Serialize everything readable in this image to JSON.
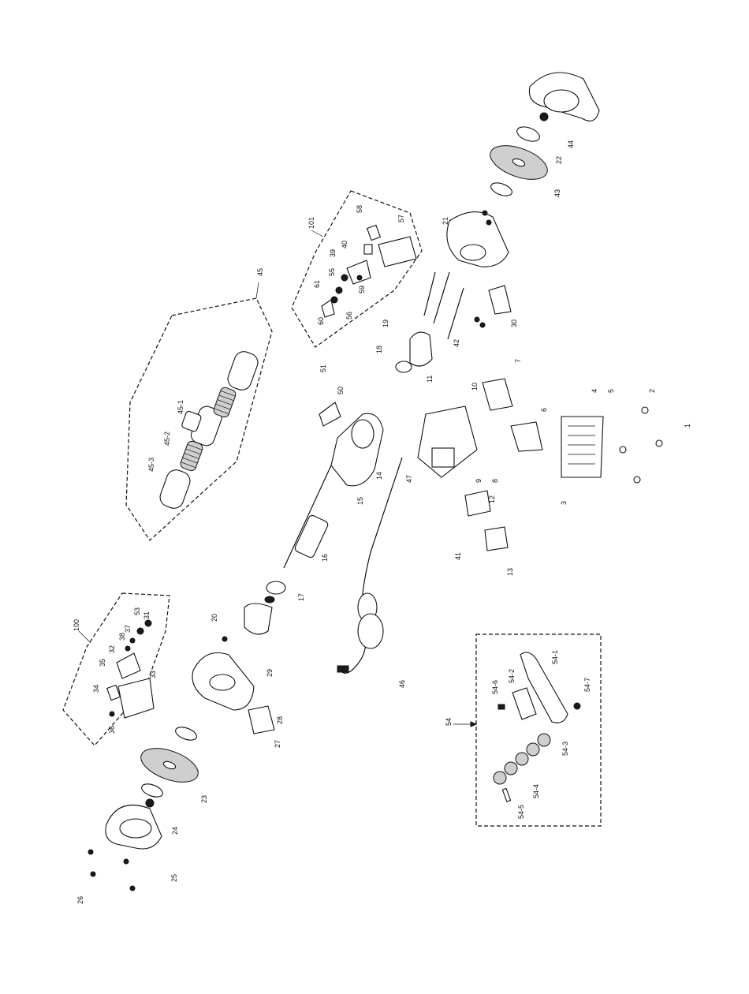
{
  "parts": [
    "1",
    "2",
    "3",
    "4",
    "5",
    "6",
    "7",
    "8",
    "9",
    "10",
    "11",
    "12",
    "13",
    "14",
    "15",
    "16",
    "17",
    "18",
    "19",
    "20",
    "21",
    "22",
    "23",
    "24",
    "25",
    "26",
    "27",
    "28",
    "29",
    "30",
    "31",
    "32",
    "33",
    "34",
    "35",
    "36",
    "37",
    "38",
    "39",
    "40",
    "41",
    "42",
    "43",
    "44",
    "45",
    "45-1",
    "45-2",
    "45-3",
    "46",
    "47",
    "50",
    "51",
    "53",
    "54",
    "54-1",
    "54-2",
    "54-3",
    "54-4",
    "54-5",
    "54-6",
    "54-7",
    "55",
    "56",
    "57",
    "58",
    "59",
    "60",
    "61",
    "100",
    "101"
  ]
}
